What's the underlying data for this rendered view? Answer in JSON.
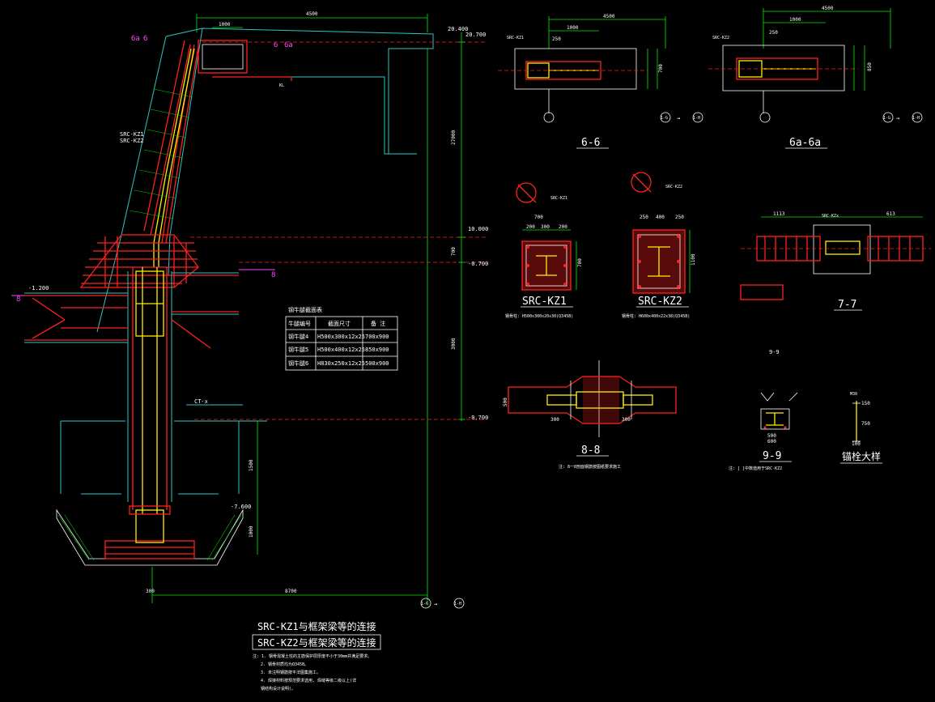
{
  "dims": {
    "top_span": "4500",
    "offset_1000": "1000",
    "bottom_span": "8700",
    "base_offset": "300",
    "right_v1": "27000",
    "right_v2": "700",
    "right_v3": "3000",
    "pit_v1": "1500",
    "pit_v2": "1000",
    "v500": "500",
    "d100": "100"
  },
  "elevations": {
    "e1": "20.400",
    "e2": "20.700",
    "e3": "10.000",
    "e4": "-0.700",
    "e5": "-1.200",
    "e6": "-0.700",
    "e7": "-7.600"
  },
  "sections": {
    "m6": "6",
    "m6a": "6a",
    "m8": "8",
    "m9": "9"
  },
  "grid_marks": {
    "left": "1-G",
    "right": "1-H",
    "arrow": "→"
  },
  "table": {
    "title": "钢牛腿截面表",
    "headers": [
      "牛腿编号",
      "截面尺寸",
      "备 注"
    ],
    "rows": [
      [
        "钢牛腿4",
        "H500x300x12x25",
        "700x900"
      ],
      [
        "钢牛腿5",
        "H500x400x12x25",
        "850x900"
      ],
      [
        "钢牛腿6",
        "H830x250x12x25",
        "500x900"
      ]
    ]
  },
  "captions": {
    "s66": "6-6",
    "s6a": "6a-6a",
    "kz1": "SRC-KZ1",
    "kz2": "SRC-KZ2",
    "s77": "7-7",
    "s88": "8-8",
    "s99": "9-9",
    "s99_top": "9-9",
    "detail": "锚栓大样",
    "main_title1": "SRC-KZ1与框架梁等的连接",
    "main_title2": "SRC-KZ2与框架梁等的连接"
  },
  "steel_notes": {
    "kz1": "钢骨柱: H500x300x20x30(Q345B)",
    "kz2": "钢骨柱: H600x400x22x38(Q345B)"
  },
  "section_labels": {
    "src_kz1": "SRC-KZ1",
    "src_kz2": "SRC-KZ2",
    "src_kzx": "SRC-KZx",
    "ct_x": "CT-x",
    "note_99": "注: [ ]中数值用于SRC-KZ2",
    "note_88": "注: 8一8剖面钢筋按图纸要求施工"
  },
  "small_dims": {
    "d4500": "4500",
    "d1000": "1000",
    "d250": "250",
    "d500": "500",
    "d700": "700",
    "d850": "850",
    "d200": "200",
    "d300": "300",
    "d400": "400",
    "d1100": "1100",
    "d1113": "1113",
    "d613": "613",
    "d600": "600",
    "d150": "150"
  },
  "notes": [
    "注: 1. 钢骨混凝土柱的主筋保护层厚度不小于30mm并满足要求。",
    "2. 钢骨材质均为Q345B。",
    "3. 未注明钢筋按平法图集施工。",
    "4. 焊接材料按规范要求选用, 焊缝等级二级以上(详",
    "   钢结构设计说明)。"
  ],
  "colors": {
    "bg": "#000000",
    "green": "#00ee00",
    "cyan": "#2ec4c4",
    "red": "#ff2020",
    "yellow": "#ffee00",
    "magenta": "#ff44ff"
  }
}
